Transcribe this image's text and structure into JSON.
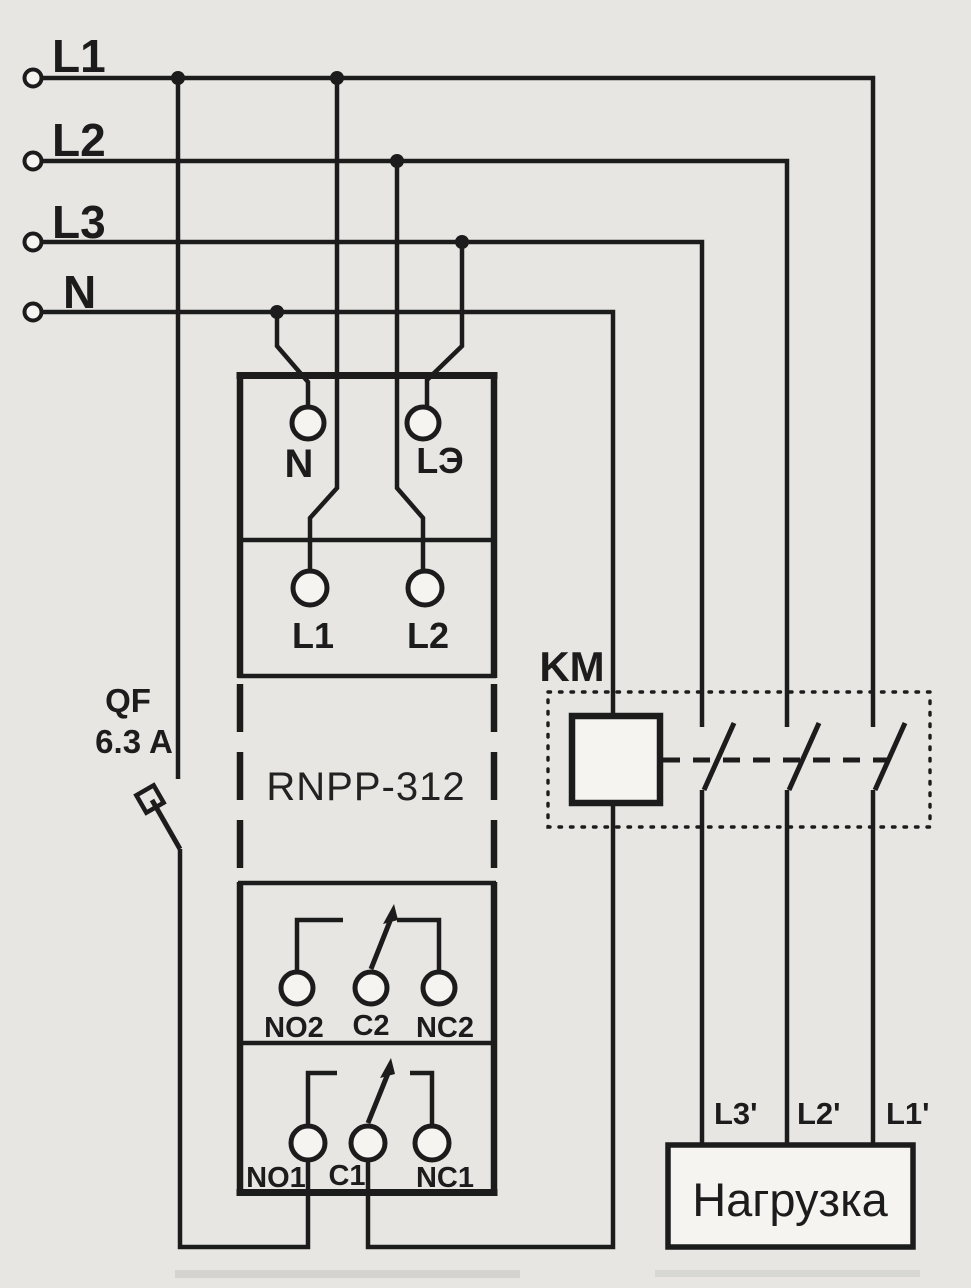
{
  "colors": {
    "ink": "#1c1c1c",
    "paper": "#f5f4f1"
  },
  "supply": [
    {
      "label": "L1"
    },
    {
      "label": "L2"
    },
    {
      "label": "L3"
    },
    {
      "label": "N"
    }
  ],
  "breaker": {
    "designator": "QF",
    "rating": "6.3 A"
  },
  "device": {
    "model": "RNPP-312",
    "terminal_n": "N",
    "terminal_l3": "LЭ",
    "terminal_l1": "L1",
    "terminal_l2": "L2",
    "relay2": {
      "no": "NO2",
      "c": "C2",
      "nc": "NC2"
    },
    "relay1": {
      "no": "NO1",
      "c": "C1",
      "nc": "NC1"
    }
  },
  "contactor": {
    "designator": "KM"
  },
  "load": {
    "label": "Нагрузка",
    "outputs": [
      "L3'",
      "L2'",
      "L1'"
    ]
  }
}
